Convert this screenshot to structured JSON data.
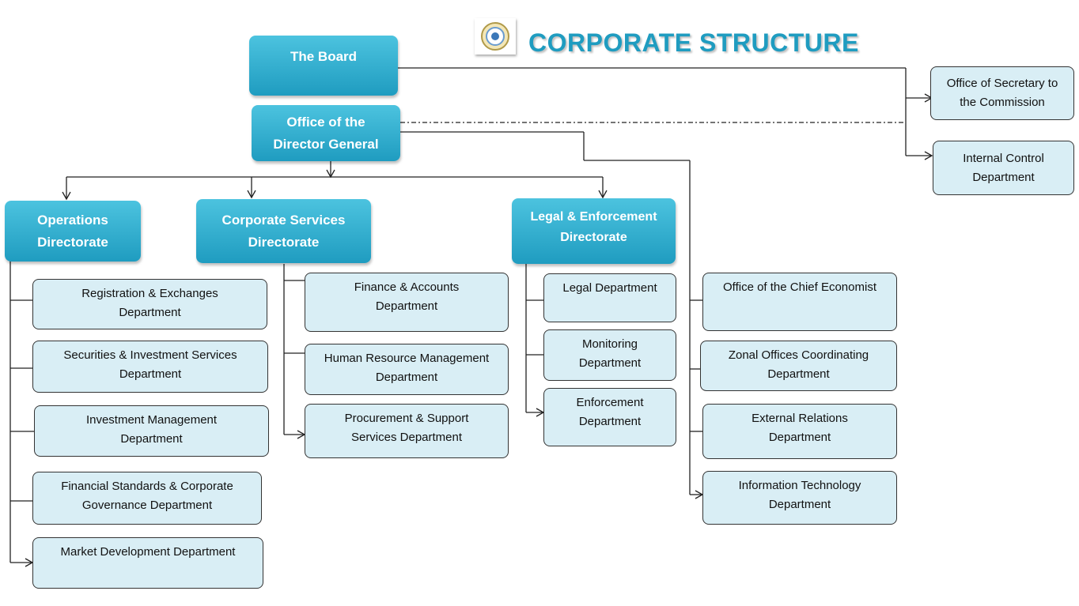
{
  "title": "CORPORATE STRUCTURE",
  "colors": {
    "accent": "#1f9cc0",
    "box_fill": "#d9eef5",
    "line": "#222222"
  },
  "nodes": {
    "board": "The Board",
    "dg": "Office of the Director General",
    "secretary": "Office of Secretary to the Commission",
    "internal_control": "Internal Control Department",
    "operations": "Operations Directorate",
    "corporate": "Corporate Services Directorate",
    "legal_dir": "Legal & Enforcement Directorate",
    "registration": "Registration & Exchanges Department",
    "securities": "Securities & Investment Services Department",
    "investment": "Investment Management Department",
    "financial_std": "Financial Standards & Corporate Governance Department",
    "market": "Market Development Department",
    "finance": "Finance & Accounts Department",
    "hr": "Human Resource Management Department",
    "procurement": "Procurement & Support Services Department",
    "legal_dept": "Legal Department",
    "monitoring": "Monitoring Department",
    "enforcement": "Enforcement Department",
    "economist": "Office of the Chief Economist",
    "zonal": "Zonal Offices Coordinating Department",
    "external": "External Relations Department",
    "it": "Information Technology Department"
  }
}
